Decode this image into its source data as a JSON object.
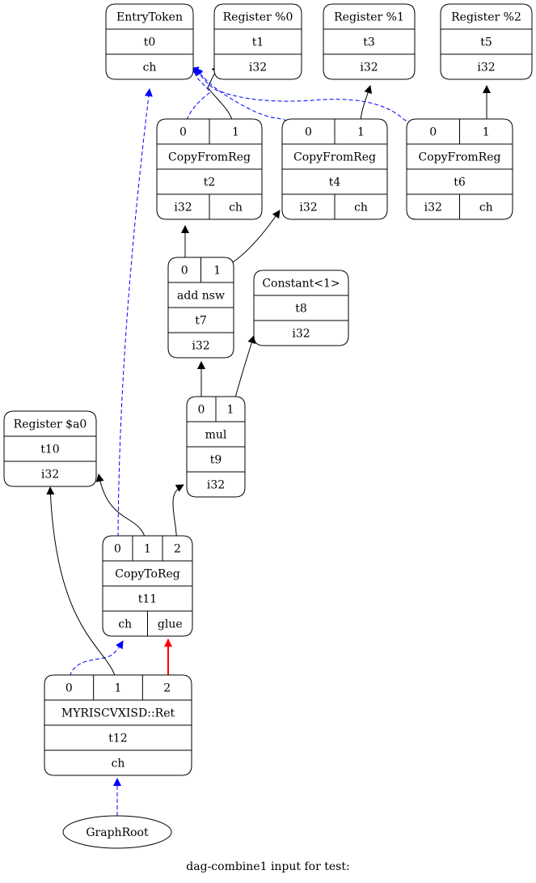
{
  "graph": {
    "caption": "dag-combine1 input for test:",
    "colors": {
      "data": "#000000",
      "chain": "#0000ff",
      "glue": "#ff0000"
    },
    "nodes": {
      "entry": {
        "rows": [
          [
            "EntryToken"
          ],
          [
            "t0"
          ],
          [
            "ch"
          ]
        ]
      },
      "reg0": {
        "rows": [
          [
            "Register %0"
          ],
          [
            "t1"
          ],
          [
            "i32"
          ]
        ]
      },
      "reg1": {
        "rows": [
          [
            "Register %1"
          ],
          [
            "t3"
          ],
          [
            "i32"
          ]
        ]
      },
      "reg2": {
        "rows": [
          [
            "Register %2"
          ],
          [
            "t5"
          ],
          [
            "i32"
          ]
        ]
      },
      "cfr2": {
        "rows": [
          [
            "0",
            "1"
          ],
          [
            "CopyFromReg"
          ],
          [
            "t2"
          ],
          [
            "i32",
            "ch"
          ]
        ]
      },
      "cfr4": {
        "rows": [
          [
            "0",
            "1"
          ],
          [
            "CopyFromReg"
          ],
          [
            "t4"
          ],
          [
            "i32",
            "ch"
          ]
        ]
      },
      "cfr6": {
        "rows": [
          [
            "0",
            "1"
          ],
          [
            "CopyFromReg"
          ],
          [
            "t6"
          ],
          [
            "i32",
            "ch"
          ]
        ]
      },
      "add": {
        "rows": [
          [
            "0",
            "1"
          ],
          [
            "add nsw"
          ],
          [
            "t7"
          ],
          [
            "i32"
          ]
        ]
      },
      "const": {
        "rows": [
          [
            "Constant<1>"
          ],
          [
            "t8"
          ],
          [
            "i32"
          ]
        ]
      },
      "mul": {
        "rows": [
          [
            "0",
            "1"
          ],
          [
            "mul"
          ],
          [
            "t9"
          ],
          [
            "i32"
          ]
        ]
      },
      "rega0": {
        "rows": [
          [
            "Register $a0"
          ],
          [
            "t10"
          ],
          [
            "i32"
          ]
        ]
      },
      "ctr": {
        "rows": [
          [
            "0",
            "1",
            "2"
          ],
          [
            "CopyToReg"
          ],
          [
            "t11"
          ],
          [
            "ch",
            "glue"
          ]
        ]
      },
      "ret": {
        "rows": [
          [
            "0",
            "1",
            "2"
          ],
          [
            "MYRISCVXISD::Ret"
          ],
          [
            "t12"
          ],
          [
            "ch"
          ]
        ]
      },
      "root": {
        "label": "GraphRoot"
      }
    },
    "edges": [
      {
        "from": "cfr2",
        "port": "0",
        "to": "entry",
        "kind": "chain"
      },
      {
        "from": "cfr2",
        "port": "1",
        "to": "reg0",
        "kind": "data"
      },
      {
        "from": "cfr4",
        "port": "0",
        "to": "entry",
        "kind": "chain"
      },
      {
        "from": "cfr4",
        "port": "1",
        "to": "reg1",
        "kind": "data"
      },
      {
        "from": "cfr6",
        "port": "0",
        "to": "entry",
        "kind": "chain"
      },
      {
        "from": "cfr6",
        "port": "1",
        "to": "reg2",
        "kind": "data"
      },
      {
        "from": "add",
        "port": "0",
        "to": "cfr2",
        "kind": "data"
      },
      {
        "from": "add",
        "port": "1",
        "to": "cfr4",
        "kind": "data"
      },
      {
        "from": "mul",
        "port": "0",
        "to": "add",
        "kind": "data"
      },
      {
        "from": "mul",
        "port": "1",
        "to": "const",
        "kind": "data"
      },
      {
        "from": "ctr",
        "port": "0",
        "to": "entry",
        "kind": "chain"
      },
      {
        "from": "ctr",
        "port": "1",
        "to": "rega0",
        "kind": "data"
      },
      {
        "from": "ctr",
        "port": "2",
        "to": "mul",
        "kind": "data"
      },
      {
        "from": "ret",
        "port": "0",
        "to": "ctr",
        "kind": "chain"
      },
      {
        "from": "ret",
        "port": "1",
        "to": "rega0",
        "kind": "data"
      },
      {
        "from": "ret",
        "port": "2",
        "to": "ctr",
        "kind": "glue"
      },
      {
        "from": "root",
        "port": "",
        "to": "ret",
        "kind": "chain"
      }
    ]
  }
}
